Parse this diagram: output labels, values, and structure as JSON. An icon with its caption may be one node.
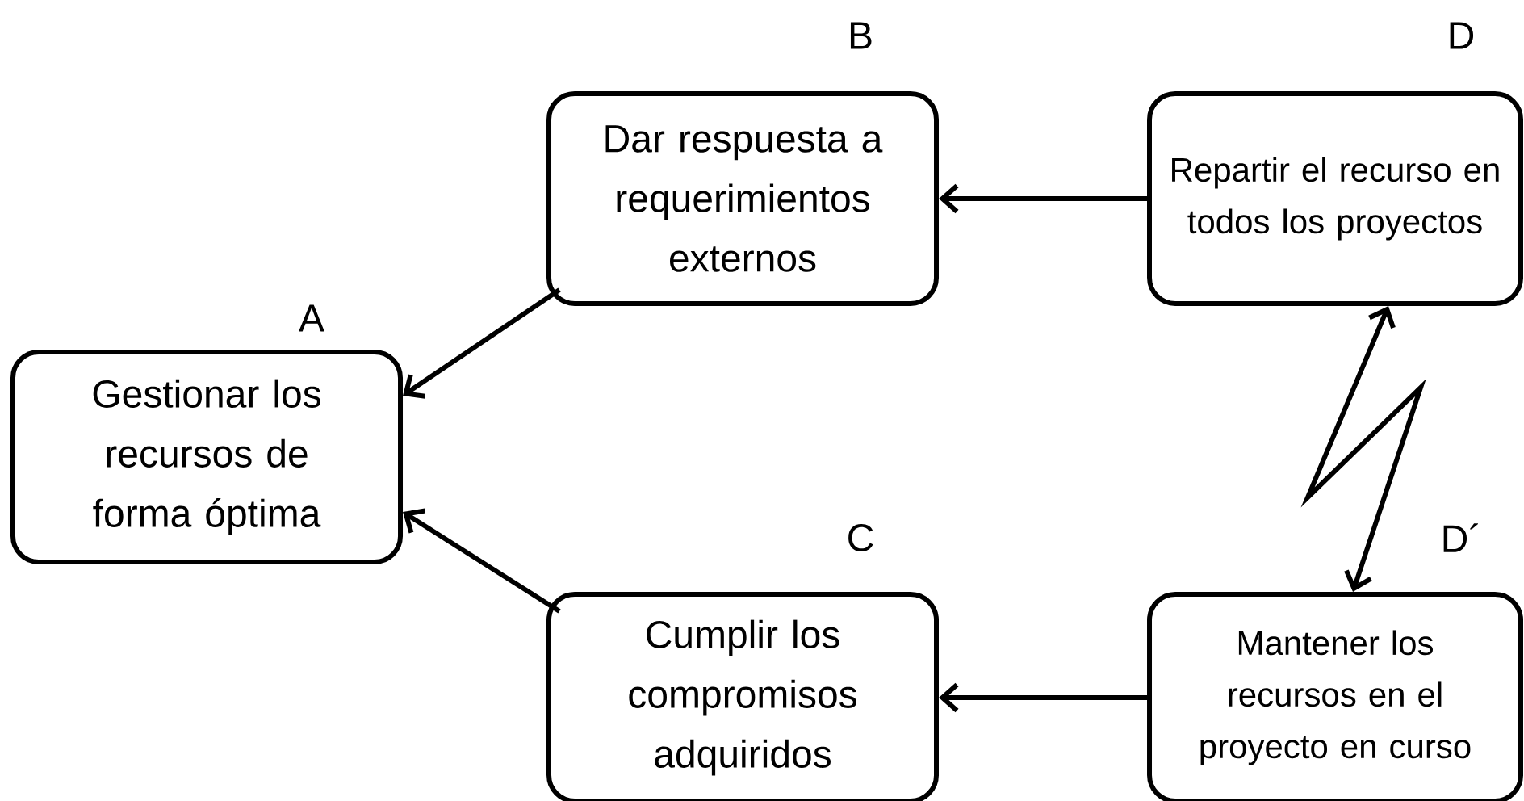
{
  "diagram": {
    "nodes": [
      {
        "text": [
          "A",
          "Gestionar los recursos de forma óptima"
        ]
      },
      {
        "text": [
          "B",
          "Dar respuesta a requerimientos externos"
        ]
      },
      {
        "text": [
          "C",
          "Cumplir los compromisos adquiridos"
        ]
      },
      {
        "text": [
          "D",
          "Repartir el recurso en todos los proyectos"
        ]
      },
      {
        "text": [
          "D´",
          "Mantener los recursos en el proyecto en curso"
        ]
      }
    ],
    "edges": [
      {
        "from": 1,
        "to": 0,
        "arrow": "to"
      },
      {
        "from": 2,
        "to": 0,
        "arrow": "to"
      },
      {
        "from": 3,
        "to": 1,
        "arrow": "to"
      },
      {
        "from": 4,
        "to": 2,
        "arrow": "to"
      },
      {
        "from": 3,
        "to": 4,
        "arrow": "both"
      }
    ]
  }
}
